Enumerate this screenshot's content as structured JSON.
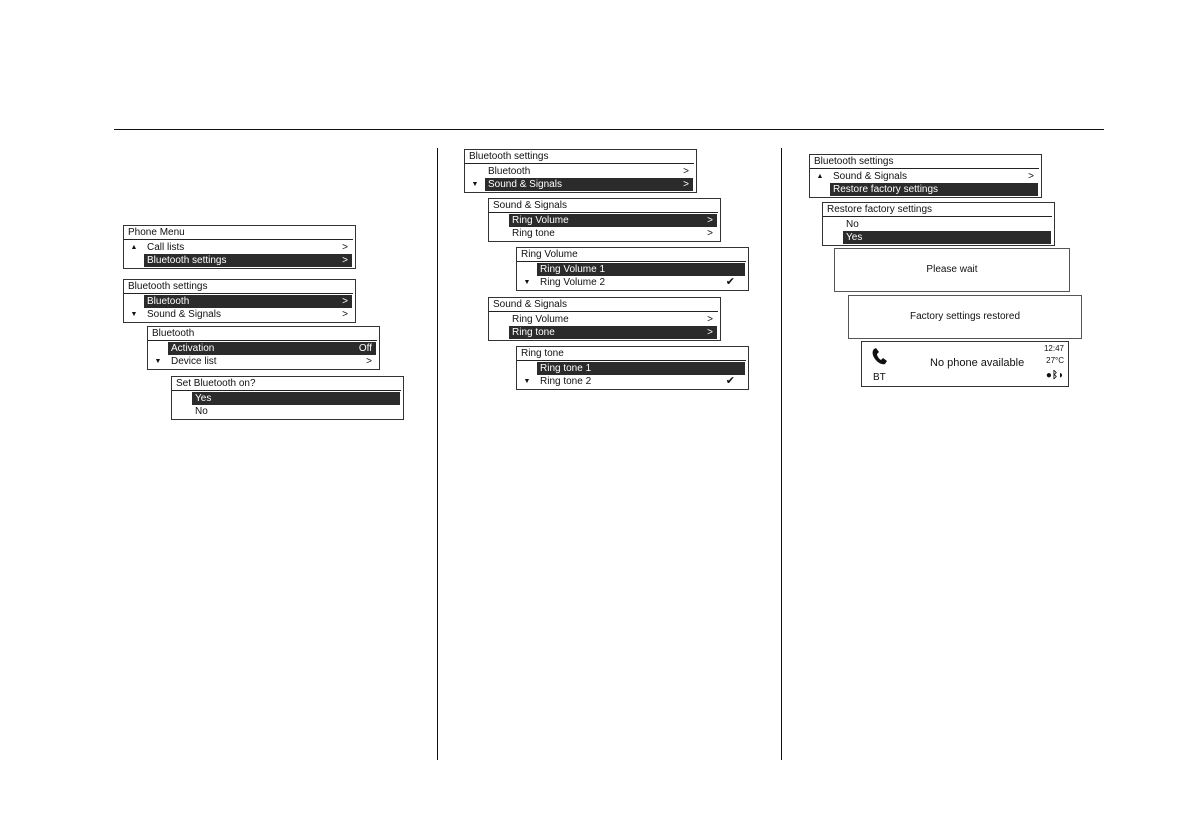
{
  "column1": {
    "phone_menu": {
      "title": "Phone Menu",
      "items": [
        {
          "label": "Call lists",
          "right": ">"
        },
        {
          "label": "Bluetooth settings",
          "right": ">"
        }
      ]
    },
    "bluetooth_settings": {
      "title": "Bluetooth settings",
      "items": [
        {
          "label": "Bluetooth",
          "right": ">"
        },
        {
          "label": "Sound & Signals",
          "right": ">"
        }
      ]
    },
    "bluetooth": {
      "title": "Bluetooth",
      "items": [
        {
          "label": "Activation",
          "right": "Off"
        },
        {
          "label": "Device list",
          "right": ">"
        }
      ]
    },
    "set_bluetooth": {
      "title": "Set Bluetooth on?",
      "items": [
        {
          "label": "Yes"
        },
        {
          "label": "No"
        }
      ]
    }
  },
  "column2": {
    "bluetooth_settings": {
      "title": "Bluetooth settings",
      "items": [
        {
          "label": "Bluetooth",
          "right": ">"
        },
        {
          "label": "Sound & Signals",
          "right": ">"
        }
      ]
    },
    "sound_signals_1": {
      "title": "Sound & Signals",
      "items": [
        {
          "label": "Ring Volume",
          "right": ">"
        },
        {
          "label": "Ring tone",
          "right": ">"
        }
      ]
    },
    "ring_volume": {
      "title": "Ring Volume",
      "items": [
        {
          "label": "Ring Volume 1"
        },
        {
          "label": "Ring Volume 2",
          "check": "✔"
        }
      ]
    },
    "sound_signals_2": {
      "title": "Sound & Signals",
      "items": [
        {
          "label": "Ring Volume",
          "right": ">"
        },
        {
          "label": "Ring tone",
          "right": ">"
        }
      ]
    },
    "ring_tone": {
      "title": "Ring tone",
      "items": [
        {
          "label": "Ring tone 1"
        },
        {
          "label": "Ring tone 2",
          "check": "✔"
        }
      ]
    }
  },
  "column3": {
    "bluetooth_settings": {
      "title": "Bluetooth settings",
      "items": [
        {
          "label": "Sound & Signals",
          "right": ">"
        },
        {
          "label": "Restore factory settings"
        }
      ]
    },
    "restore": {
      "title": "Restore factory settings",
      "items": [
        {
          "label": "No"
        },
        {
          "label": "Yes"
        }
      ]
    },
    "please_wait": "Please wait",
    "factory_restored": "Factory settings restored",
    "status_screen": {
      "message": "No phone available",
      "source": "BT",
      "time": "12:47",
      "temperature": "27°C",
      "icons": [
        "phone-handset-icon",
        "cd-icon",
        "bluetooth-icon",
        "volume-icon"
      ]
    }
  },
  "glyphs": {
    "up": "▲",
    "down": "▼"
  }
}
